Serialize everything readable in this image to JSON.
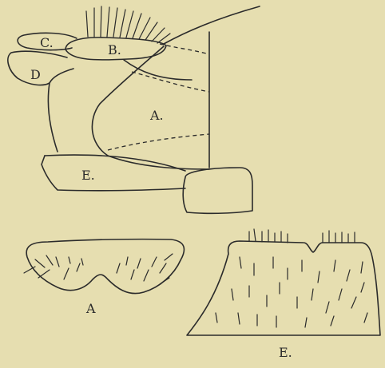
{
  "plate": {
    "background": "#e6deb0",
    "ink": "#2b2b2b",
    "labels": {
      "a": "A.",
      "b": "B.",
      "c": "C.",
      "d": "D",
      "e": "E.",
      "fig_a": "A",
      "fig_e": "E."
    }
  }
}
